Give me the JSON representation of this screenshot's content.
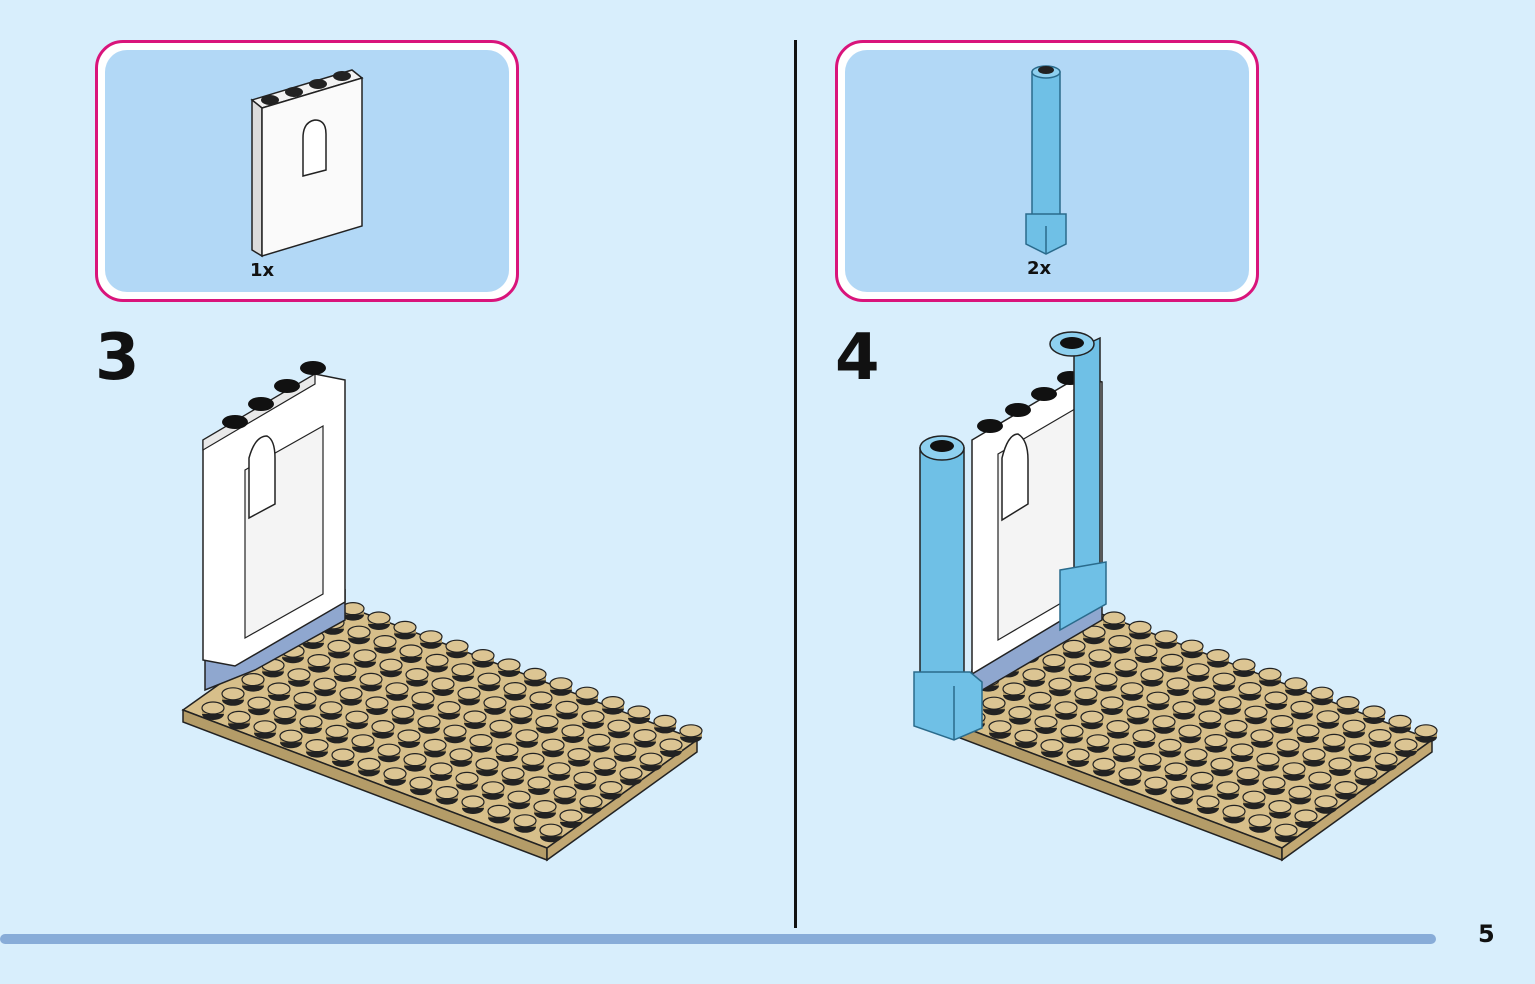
{
  "page": {
    "number": "5"
  },
  "steps": [
    {
      "number": "3",
      "parts": [
        {
          "name": "white-window-wall-panel",
          "quantity": "1x"
        }
      ]
    },
    {
      "number": "4",
      "parts": [
        {
          "name": "light-blue-column",
          "quantity": "2x"
        }
      ]
    }
  ],
  "colors": {
    "background": "#d8eefc",
    "parts_box_border": "#d9147b",
    "parts_box_fill": "#b2d8f6",
    "baseplate": "#d7bf8a",
    "wall_panel": "#ffffff",
    "column": "#6fc0e6",
    "progress_bar": "#88acd8"
  }
}
